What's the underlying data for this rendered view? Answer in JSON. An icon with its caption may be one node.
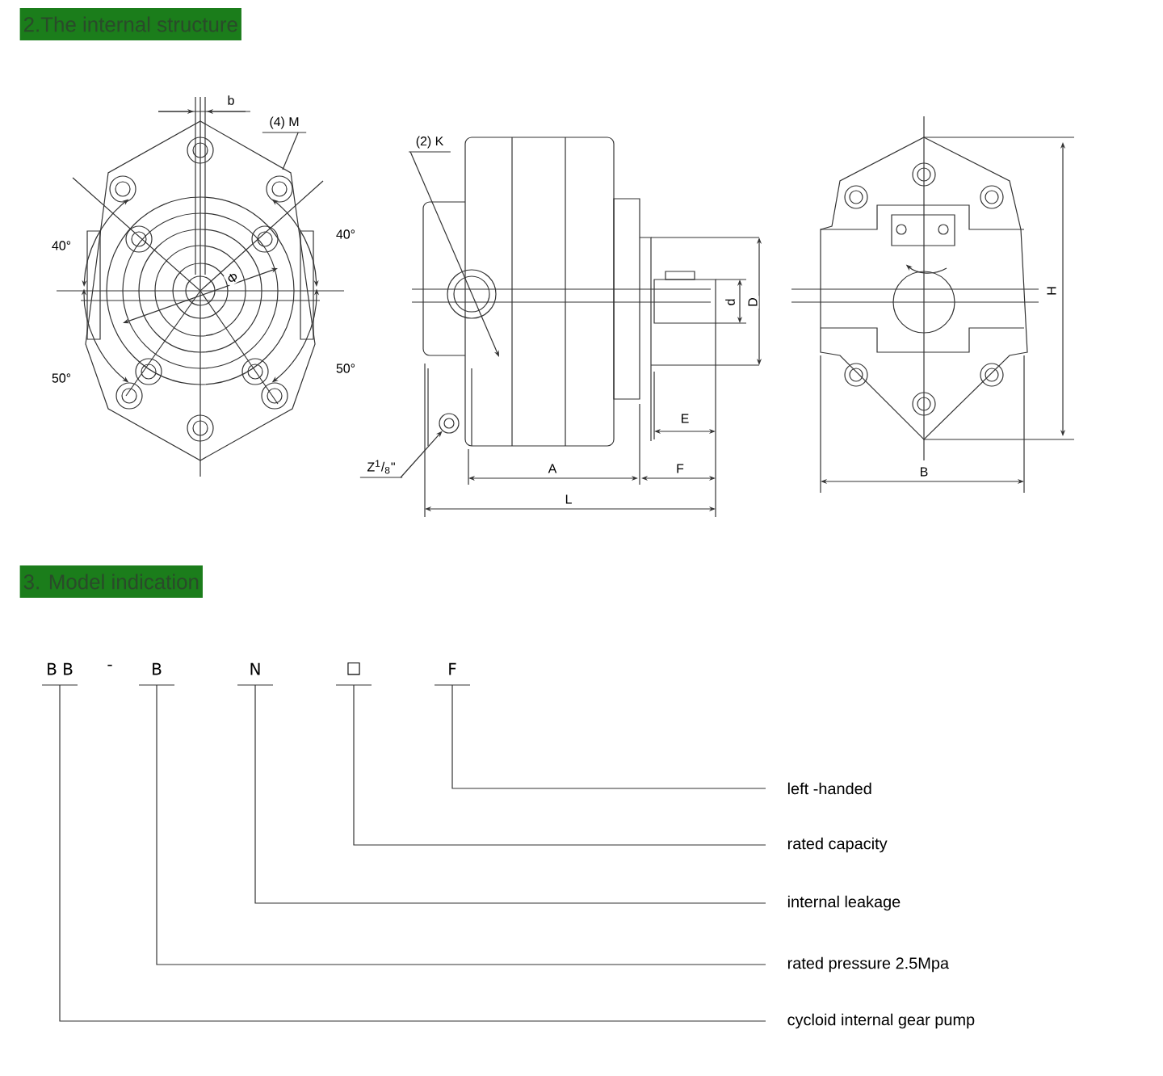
{
  "diagram": {
    "title": "2.The internal structure",
    "nodes": [
      {
        "text": [
          "(4) M"
        ]
      },
      {
        "text": [
          "(2) K"
        ]
      },
      {
        "text": [
          "Z$^{1}$/$_{8}$\""
        ]
      },
      {
        "text": [
          "B B"
        ]
      },
      {
        "text": [
          "B"
        ]
      },
      {
        "text": [
          "N"
        ]
      },
      {
        "text": [
          "□"
        ]
      },
      {
        "text": [
          "F"
        ]
      },
      {
        "text": [
          "left -handed"
        ]
      },
      {
        "text": [
          "rated capacity"
        ]
      },
      {
        "text": [
          "internal leakage"
        ]
      },
      {
        "text": [
          "rated pressure 2.5Mpa"
        ]
      },
      {
        "text": [
          "cycloid internal gear pump"
        ]
      },
      {
        "text": [],
        "shape": "circle"
      }
    ],
    "edges": [
      {
        "from": 0,
        "to": null,
        "arrow": "none"
      },
      {
        "from": 1,
        "to": null,
        "arrow": "to"
      },
      {
        "from": 2,
        "to": 13,
        "arrow": "to"
      },
      {
        "from": 7,
        "to": 8,
        "arrow": "none"
      },
      {
        "from": 6,
        "to": 9,
        "arrow": "none"
      },
      {
        "from": 5,
        "to": 10,
        "arrow": "none"
      },
      {
        "from": 4,
        "to": 11,
        "arrow": "none"
      },
      {
        "from": 3,
        "to": 12,
        "arrow": "none"
      }
    ],
    "labels": [
      "3. Model indication",
      "-",
      "b",
      "40°",
      "40°",
      "50°",
      "50°",
      "Φ",
      "d",
      "D",
      "E",
      "A",
      "F",
      "L",
      "H",
      "B"
    ]
  }
}
